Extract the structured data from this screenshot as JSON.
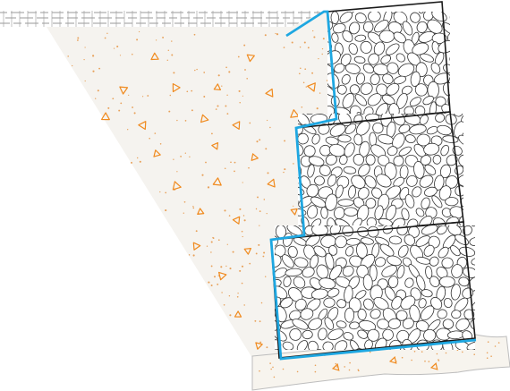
{
  "diagram": {
    "subject": "gabion-retaining-wall-section",
    "tiers": [
      {
        "name": "top-basket",
        "fill": "stone"
      },
      {
        "name": "middle-basket",
        "fill": "stone"
      },
      {
        "name": "bottom-basket",
        "fill": "stone"
      }
    ]
  },
  "colors": {
    "backfill": "#f5f3ef",
    "backfill_dots": "#e8a15a",
    "aggregate_marks": "#f08a1e",
    "geotextile": "#1ea7e1",
    "basket_outline": "#1a1a1a",
    "stone_outline": "#333333",
    "ground_hatch": "#9a9a9a",
    "foundation_fill": "#f7f4ee",
    "foundation_outline": "#bdbdbd"
  },
  "icons": {
    "aggregate_mark": "triangle-icon",
    "stone": "stone-icon"
  }
}
